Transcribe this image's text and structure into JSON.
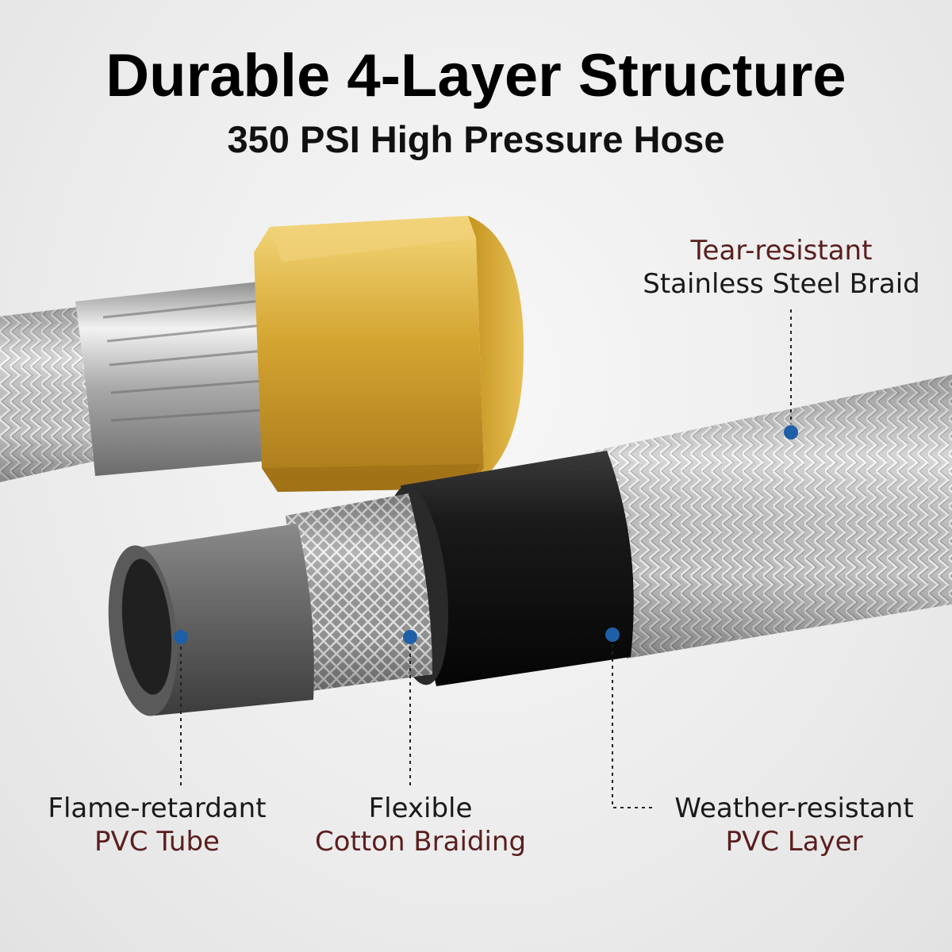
{
  "heading": {
    "title": "Durable 4-Layer Structure",
    "subtitle": "350 PSI High Pressure Hose"
  },
  "callouts": {
    "steel_braid": {
      "line1": "Tear-resistant",
      "line2": "Stainless Steel Braid"
    },
    "pvc_tube": {
      "line1": "Flame-retardant",
      "line2": "PVC Tube"
    },
    "cotton_braiding": {
      "line1": "Flexible",
      "line2": "Cotton Braiding"
    },
    "pvc_layer": {
      "line1": "Weather-resistant",
      "line2": "PVC Layer"
    }
  },
  "colors": {
    "marker_dot": "#1f5fa8",
    "callout_accent": "#5a1e1e",
    "brass_fitting": "#d8a937",
    "pvc_tube": "#666666",
    "pvc_layer": "#151515"
  }
}
